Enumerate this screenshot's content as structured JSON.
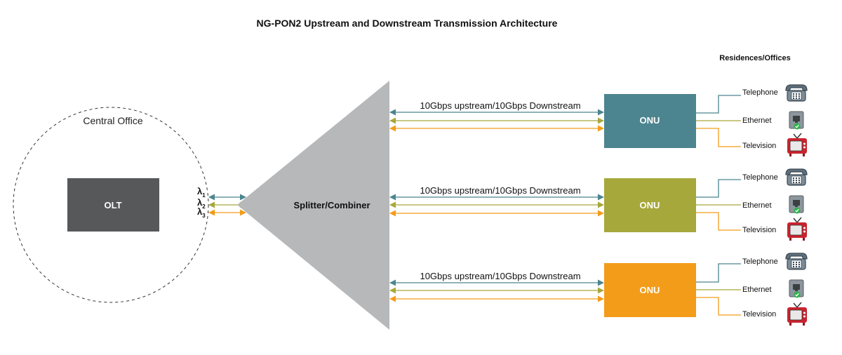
{
  "title": "NG-PON2 Upstream and Downstream Transmission Architecture",
  "residences_label": "Residences/Offices",
  "central_office": {
    "label": "Central Office",
    "olt_label": "OLT",
    "wavelengths": [
      {
        "symbol": "λ",
        "sub": "1"
      },
      {
        "symbol": "λ",
        "sub": "2"
      },
      {
        "symbol": "λ",
        "sub": "3"
      }
    ]
  },
  "splitter_label": "Splitter/Combiner",
  "colors": {
    "teal": "#4c858f",
    "olive": "#a6a83b",
    "orange": "#f39c1a",
    "olt": "#56585a",
    "splitter": "#b7b8ba",
    "tv": "#c8242e"
  },
  "onus": [
    {
      "label": "ONU",
      "link_label": "10Gbps upstream/10Gbps Downstream",
      "color": "#4c858f",
      "services": [
        "Telephone",
        "Ethernet",
        "Television"
      ]
    },
    {
      "label": "ONU",
      "link_label": "10Gbps upstream/10Gbps Downstream",
      "color": "#a6a83b",
      "services": [
        "Telephone",
        "Ethernet",
        "Television"
      ]
    },
    {
      "label": "ONU",
      "link_label": "10Gbps upstream/10Gbps Downstream",
      "color": "#f39c1a",
      "services": [
        "Telephone",
        "Ethernet",
        "Television"
      ]
    }
  ],
  "icons": [
    "telephone-icon",
    "ethernet-outlet-icon",
    "television-icon"
  ]
}
